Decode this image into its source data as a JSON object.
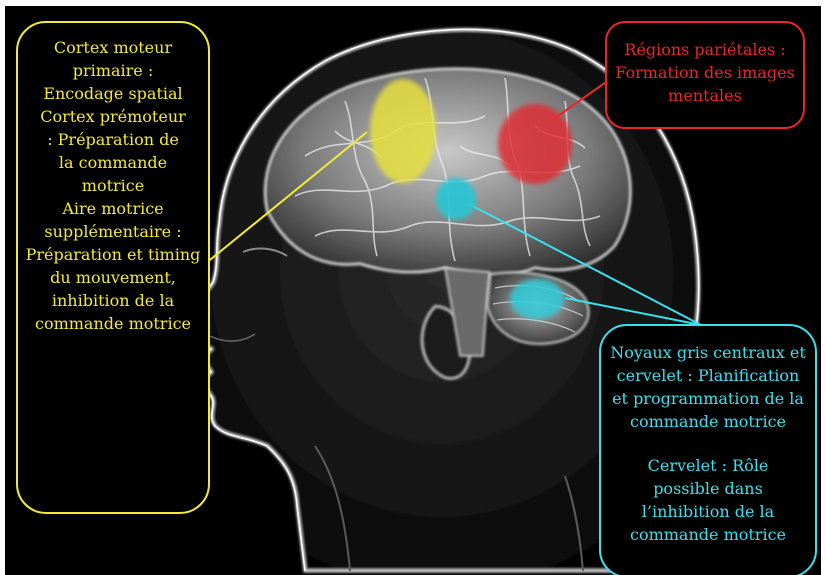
{
  "colors": {
    "background": "#000000",
    "yellow": "#f2ea37",
    "red": "#e8262c",
    "cyan": "#3ae0ec"
  },
  "regions": [
    {
      "name": "yellow-region",
      "color": "yellow"
    },
    {
      "name": "red-region",
      "color": "red"
    },
    {
      "name": "cyan-region-upper",
      "color": "cyan"
    },
    {
      "name": "cyan-region-lower",
      "color": "cyan"
    }
  ],
  "callouts": {
    "left": {
      "color": "yellow",
      "paragraphs": [
        "Cortex moteur primaire : Encodage spatial",
        "Cortex prémoteur : Préparation de la commande motrice",
        "Aire motrice supplémentaire : Préparation et timing du mouvement, inhibition de la commande motrice"
      ]
    },
    "top_right": {
      "color": "red",
      "paragraphs": [
        "Régions pariétales : Formation des images mentales"
      ]
    },
    "bottom_right": {
      "color": "cyan",
      "paragraphs": [
        "Noyaux gris centraux et cervelet : Planification et programmation de la commande motrice",
        "Cervelet : Rôle possible dans l’inhibition de la commande motrice"
      ]
    }
  }
}
